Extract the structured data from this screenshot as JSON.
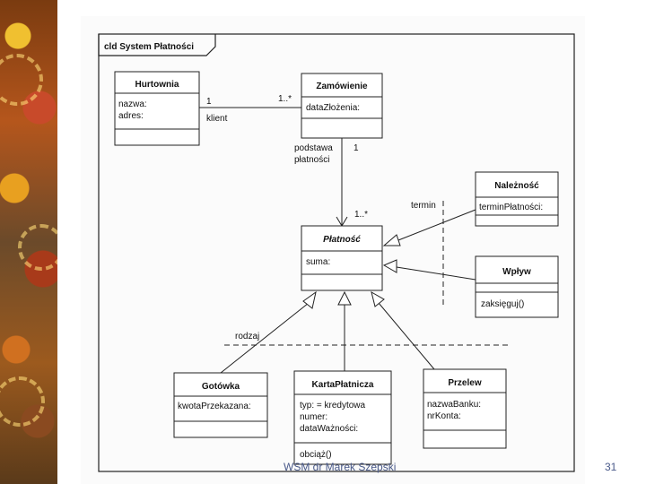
{
  "diagram": {
    "frame_title": "cld System Płatności",
    "classes": {
      "hurtownia": {
        "name": "Hurtownia",
        "attributes": [
          "nazwa:",
          "adres:"
        ]
      },
      "zamowienie": {
        "name": "Zamówienie",
        "attributes": [
          "dataZłożenia:"
        ]
      },
      "naleznosc": {
        "name": "Należność",
        "attributes": [
          "terminPłatności:"
        ]
      },
      "platnosc": {
        "name": "Płatność",
        "attributes": [
          "suma:"
        ]
      },
      "wplyw": {
        "name": "Wpływ",
        "operations": [
          "zaksięguj()"
        ]
      },
      "gotowka": {
        "name": "Gotówka",
        "attributes": [
          "kwotaPrzekazana:"
        ]
      },
      "karta": {
        "name": "KartaPłatnicza",
        "attributes": [
          "typ:    = kredytowa",
          "numer:",
          "dataWażności:"
        ],
        "operations": [
          "obciąż()"
        ]
      },
      "przelew": {
        "name": "Przelew",
        "attributes": [
          "nazwaBanku:",
          "nrKonta:"
        ]
      }
    },
    "labels": {
      "mult_hurtownia": "1",
      "role_klient": "klient",
      "mult_zamowienie": "1..*",
      "role_podstawa": "podstawa\npłatności",
      "mult_podstawa": "1",
      "mult_platnosc": "1..*",
      "discriminator_termin": "termin",
      "discriminator_rodzaj": "rodzaj"
    }
  },
  "footer": {
    "author": "WSM dr Marek Szepski",
    "page": "31"
  }
}
